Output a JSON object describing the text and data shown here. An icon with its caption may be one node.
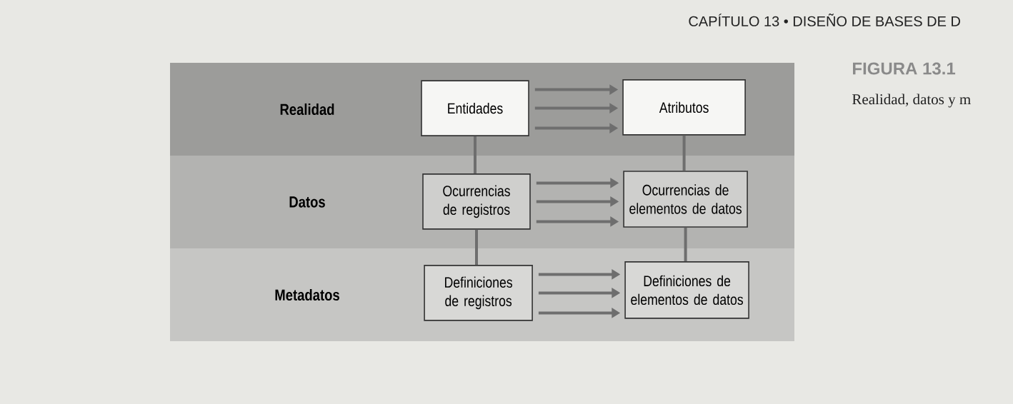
{
  "diagram": {
    "title": "FIGURA 13.1",
    "caption": "Realidad, datos y m",
    "nodes": [
      {
        "text": [
          "Realidad"
        ]
      },
      {
        "text": [
          "Entidades"
        ],
        "in": 0
      },
      {
        "text": [
          "Atributos"
        ],
        "in": 0
      },
      {
        "text": [
          "Datos"
        ]
      },
      {
        "text": [
          "Ocurrencias de registros"
        ],
        "in": 3
      },
      {
        "text": [
          "Ocurrencias de elementos de datos"
        ],
        "in": 3
      },
      {
        "text": [
          "Metadatos"
        ]
      },
      {
        "text": [
          "Definiciones de registros"
        ],
        "in": 6
      },
      {
        "text": [
          "Definiciones de elementos de datos"
        ],
        "in": 6
      }
    ],
    "edges": [
      {
        "from": 1,
        "to": 2,
        "arrow": "to"
      },
      {
        "from": 1,
        "to": 2,
        "arrow": "to"
      },
      {
        "from": 1,
        "to": 2,
        "arrow": "to"
      },
      {
        "from": 4,
        "to": 5,
        "arrow": "to"
      },
      {
        "from": 4,
        "to": 5,
        "arrow": "to"
      },
      {
        "from": 4,
        "to": 5,
        "arrow": "to"
      },
      {
        "from": 7,
        "to": 8,
        "arrow": "to"
      },
      {
        "from": 7,
        "to": 8,
        "arrow": "to"
      },
      {
        "from": 7,
        "to": 8,
        "arrow": "to"
      },
      {
        "from": 1,
        "to": 4,
        "arrow": "none"
      },
      {
        "from": 4,
        "to": 7,
        "arrow": "none"
      },
      {
        "from": 2,
        "to": 5,
        "arrow": "none"
      },
      {
        "from": 5,
        "to": 8,
        "arrow": "none"
      }
    ],
    "labels": [
      "CAPÍTULO 13 • DISEÑO DE BASES DE D"
    ]
  }
}
